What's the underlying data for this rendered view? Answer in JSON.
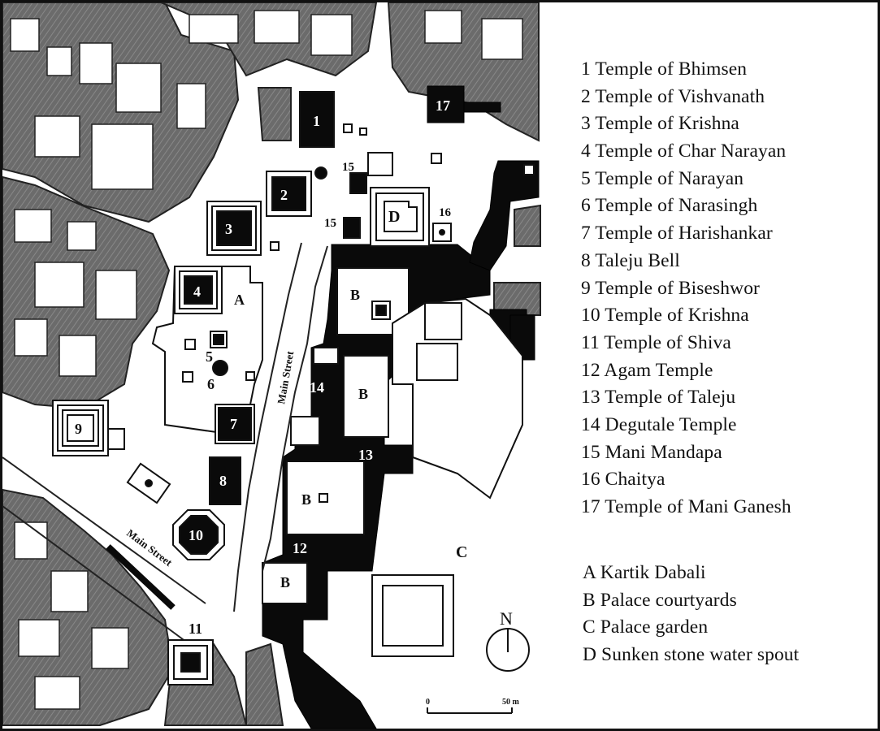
{
  "legend": {
    "numbered": [
      "1 Temple of Bhimsen",
      "2 Temple of Vishvanath",
      "3 Temple of Krishna",
      "4 Temple of Char Narayan",
      "5 Temple of Narayan",
      "6 Temple of Narasingh",
      "7 Temple of Harishankar",
      "8 Taleju Bell",
      "9 Temple of Biseshwor",
      "10 Temple of Krishna",
      "11 Temple of Shiva",
      "12 Agam Temple",
      "13 Temple of Taleju",
      "14 Degutale Temple",
      "15 Mani Mandapa",
      "16 Chaitya",
      "17 Temple of Mani Ganesh"
    ],
    "lettered": [
      "A Kartik Dabali",
      "B Palace courtyards",
      "C Palace garden",
      "D Sunken stone water spout"
    ]
  },
  "map_labels": {
    "n1": "1",
    "n2": "2",
    "n3": "3",
    "n4": "4",
    "n5": "5",
    "n6": "6",
    "n7": "7",
    "n8": "8",
    "n9": "9",
    "n10": "10",
    "n11": "11",
    "n12": "12",
    "n13": "13",
    "n14": "14",
    "n15a": "15",
    "n15b": "15",
    "n16": "16",
    "n17": "17",
    "a": "A",
    "b1": "B",
    "b2": "B",
    "b3": "B",
    "b4": "B",
    "c": "C",
    "d": "D",
    "street_main": "Main Street",
    "street_diagonal": "Main Street"
  },
  "compass": {
    "label": "N",
    "icon": "north-arrow-icon"
  },
  "scale_bar": {
    "start": "0",
    "end": "50 m"
  },
  "colors": {
    "building_gray": "#6f6f6f",
    "building_light": "#ffffff",
    "palace_black": "#0a0a0a",
    "ink": "#111111"
  }
}
